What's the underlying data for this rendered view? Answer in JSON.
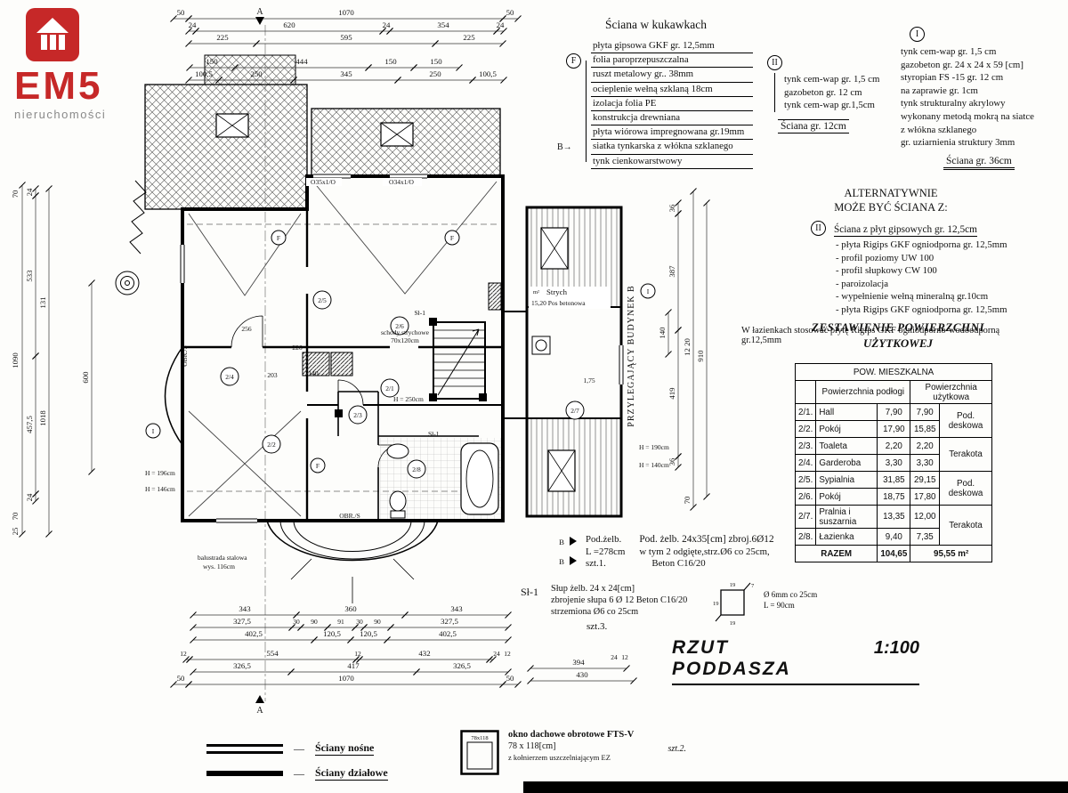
{
  "logo": {
    "brand": "EM5",
    "sub": "nieruchomości"
  },
  "wall_specs": {
    "kukawka": {
      "title": "Ściana w kukawkach",
      "marker": "F",
      "layers": [
        "płyta gipsowa GKF gr. 12,5mm",
        "folia paroprzepuszczalna",
        "ruszt metalowy gr.. 38mm",
        "ocieplenie wełną szklaną 18cm",
        "izolacja folia PE",
        "konstrukcja drewniana",
        "płyta wiórowa impregnowana gr.19mm",
        "siatka tynkarska z włókna szklanego",
        "tynk cienkowarstwowy"
      ]
    },
    "wall12": {
      "marker": "II",
      "layers": [
        "tynk cem-wap gr. 1,5 cm",
        "gazobeton gr. 12 cm",
        "tynk cem-wap gr.1,5cm"
      ],
      "caption": "Ściana gr. 12cm"
    },
    "wall36": {
      "marker": "I",
      "layers": [
        "tynk cem-wap gr. 1,5 cm",
        "gazobeton gr. 24 x 24 x 59 [cm]",
        "styropian FS -15 gr. 12 cm",
        "na zaprawie gr. 1cm",
        "tynk strukturalny akrylowy",
        "wykonany metodą mokrą na siatce",
        "z włókna szklanego",
        "gr. uziarnienia struktury 3mm"
      ],
      "caption": "Ściana gr. 36cm"
    },
    "alternative": {
      "line1": "ALTERNATYWNIE",
      "line2": "MOŻE BYĆ ŚCIANA Z:",
      "marker": "II",
      "head": "Ściana z płyt gipsowych gr. 12,5cm",
      "items": [
        "- płyta Rigips GKF ogniodporna gr. 12,5mm",
        "- profil poziomy UW 100",
        "- profil słupkowy CW 100",
        "- paroizolacja",
        "- wypełnienie wełną mineralną gr.10cm",
        "- płyta Rigips GKF ogniodporna gr. 12,5mm"
      ],
      "note": "W łazienkach stosować płytę Rigips GKF ogniodporno-wodoodporną gr.12,5mm"
    }
  },
  "area_table": {
    "title1": "ZESTAWIENIE  POWIERZCHNI",
    "title2": "UŻYTKOWEJ",
    "group": "POW. MIESZKALNA",
    "col_floor": "Powierzchnia podłogi",
    "col_usable": "Powierzchnia użytkowa",
    "rows": [
      {
        "no": "2/1.",
        "name": "Hall",
        "floor": "7,90",
        "usable": "7,90"
      },
      {
        "no": "2/2.",
        "name": "Pokój",
        "floor": "17,90",
        "usable": "15,85"
      },
      {
        "no": "2/3.",
        "name": "Toaleta",
        "floor": "2,20",
        "usable": "2,20"
      },
      {
        "no": "2/4.",
        "name": "Garderoba",
        "floor": "3,30",
        "usable": "3,30"
      },
      {
        "no": "2/5.",
        "name": "Sypialnia",
        "floor": "31,85",
        "usable": "29,15"
      },
      {
        "no": "2/6.",
        "name": "Pokój",
        "floor": "18,75",
        "usable": "17,80"
      },
      {
        "no": "2/7.",
        "name": "Pralnia i suszarnia",
        "floor": "13,35",
        "usable": "12,00"
      },
      {
        "no": "2/8.",
        "name": "Łazienka",
        "floor": "9,40",
        "usable": "7,35"
      }
    ],
    "finishes": {
      "f12": "Pod. deskowa",
      "f34": "Terakota",
      "f56": "Pod. deskowa",
      "f78": "Terakota"
    },
    "razem_label": "RAZEM",
    "razem_floor": "104,65",
    "razem_usable": "95,55 m²"
  },
  "notes": {
    "beam_label": "Pod.żelb.",
    "beam_l": "L =278cm",
    "beam_szt": "szt.1.",
    "beam_d1": "Pod. żelb. 24x35[cm] zbroj.6Ø12",
    "beam_d2": "w tym 2 odgięte,strz.Ø6 co 25cm,",
    "beam_d3": "Beton C16/20",
    "col_label": "Sł-1",
    "col_d1": "Słup żelb.  24 x 24[cm]",
    "col_d2": "zbrojenie słupa 6  Ø 12 Beton  C16/20",
    "col_d3": "strzemiona  Ø6 co 25cm",
    "col_szt": "szt.3.",
    "stirrup_d1": "Ø 6mm  co 25cm",
    "stirrup_d2": "L = 90cm",
    "s19": "19",
    "s7": "7",
    "title": "RZUT  PODDASZA",
    "scale": "1:100"
  },
  "legend": {
    "dash": "—",
    "nosne": "Ściany nośne",
    "dzialowe": "Ściany działowe",
    "win_size": "78x118",
    "win1": "okno dachowe obrotowe FTS-V",
    "win2": "78 x 118[cm]",
    "win3": "z kołnierzem uszczelniającym EZ",
    "win_szt": "szt.2."
  },
  "plan": {
    "rooms": {
      "r1": "2/1",
      "r2": "2/2",
      "r3": "2/3",
      "r4": "2/4",
      "r5": "2/5",
      "r6": "2/6",
      "r7": "2/7",
      "r8": "2/8"
    },
    "m2": "m²",
    "strych1": "Strych",
    "strych2": "15,20  Pos betonowa",
    "schody1": "schody strychowe",
    "schody2": "70x120cm",
    "sl1": "Sł-1",
    "h250": "H = 250cm",
    "h190": "H = 190cm",
    "h140": "H = 140cm",
    "h196": "H = 196cm",
    "h146": "H = 146cm",
    "budynek": "PRZYLEGAJĄCY  BUDYNEK  B",
    "balustrada1": "balustrada stalowa",
    "balustrada2": "wys. 116cm",
    "obr": "OBR./S",
    "okno1": "O35x1/O",
    "okno2": "O34x1/O",
    "letter_a": "A",
    "letter_b": "B",
    "marker_i": "I",
    "marker_f": "F"
  },
  "dims": {
    "v12": "12",
    "v24": "24",
    "v25": "25",
    "v30": "30",
    "v36": "36",
    "v50": "50",
    "v70": "70",
    "v90": "90",
    "v91": "91",
    "v100_5": "100,5",
    "v120_5": "120,5",
    "v131": "131",
    "v140": "140",
    "v150": "150",
    "v203": "203",
    "v225": "225",
    "v226": "226",
    "v250": "250",
    "v256": "256",
    "v326_5": "326,5",
    "v327_5": "327,5",
    "v343": "343",
    "v345": "345",
    "v354": "354",
    "v360": "360",
    "v387": "387",
    "v394": "394",
    "v402_5": "402,5",
    "v417": "417",
    "v419": "419",
    "v430": "430",
    "v432": "432",
    "v444": "444",
    "v457_5": "457,5",
    "v533": "533",
    "v554": "554",
    "v595": "595",
    "v600": "600",
    "v620": "620",
    "v910": "910",
    "v1018": "1018",
    "v1070": "1070",
    "v1090": "1090",
    "v1220": "12 20",
    "v1_75": "1,75"
  }
}
